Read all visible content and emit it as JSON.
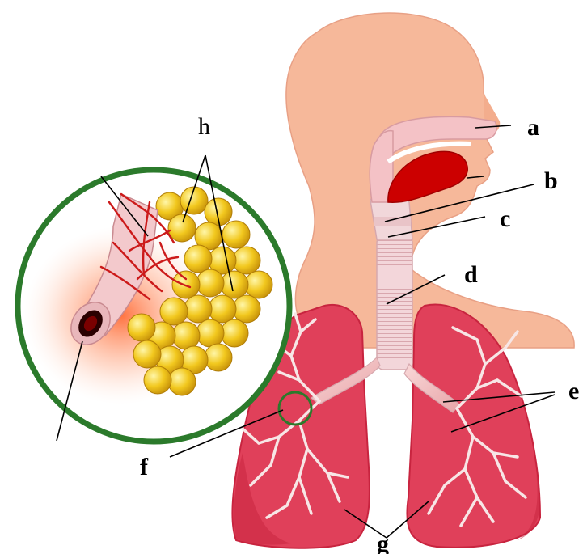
{
  "labels": {
    "a": "a",
    "b": "b",
    "c": "c",
    "d": "d",
    "e": "e",
    "f": "f",
    "g": "g",
    "h": "h"
  },
  "colors": {
    "skin": "#f6b89a",
    "skin_edge": "#e8a085",
    "lung": "#e0405a",
    "lung_dark": "#c8243f",
    "airway": "#f3d3d6",
    "bronchi": "#f7e6e6",
    "mouth": "#cc0000",
    "magnifier_ring": "#2b7a2b",
    "alveoli": "#f2c81e",
    "vessel": "#cc1a1a"
  },
  "icons": {
    "magnifier": "zoom-circle"
  }
}
